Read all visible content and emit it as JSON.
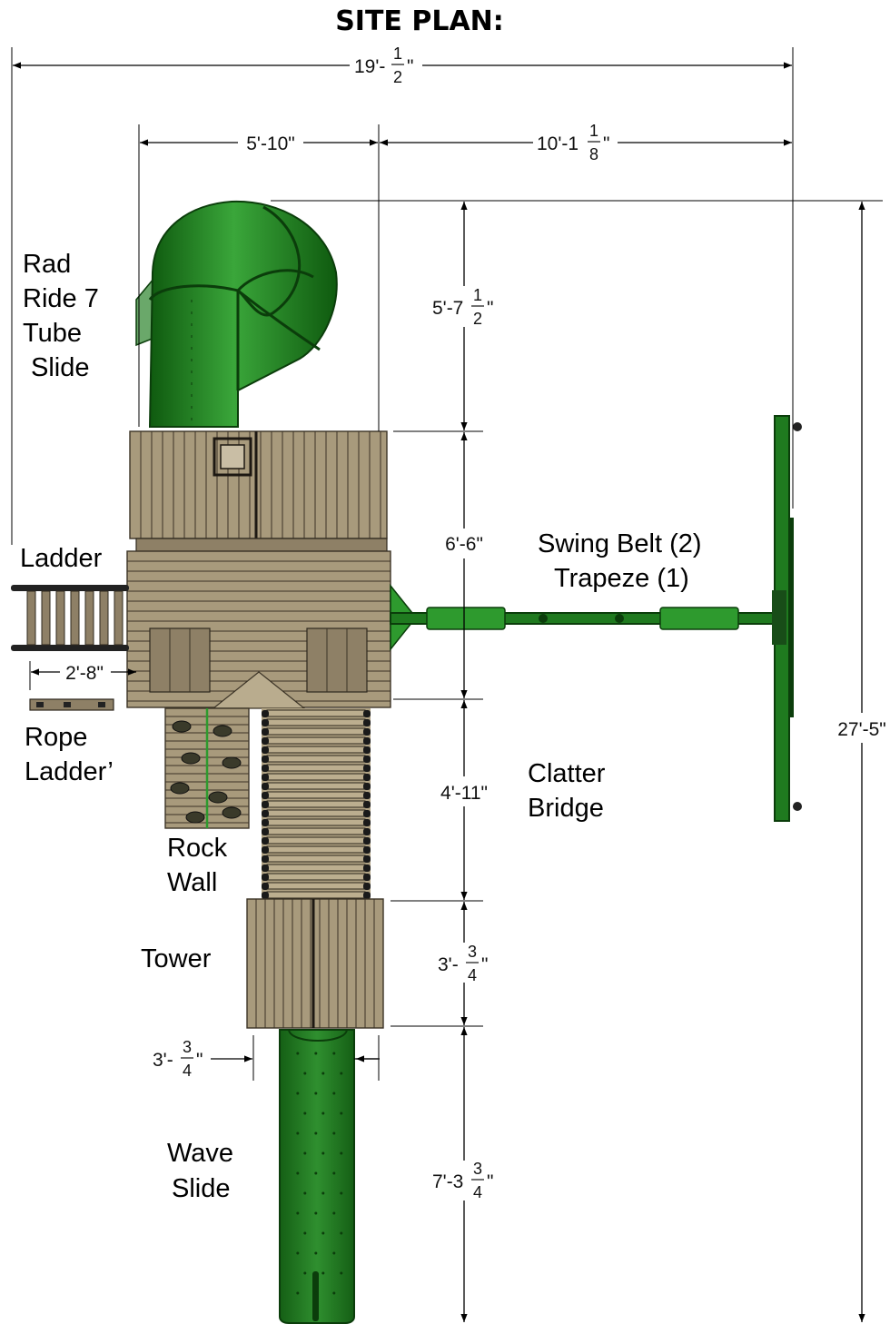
{
  "title": "SITE PLAN:",
  "labels": {
    "rad_1": "Rad",
    "rad_2": "Ride 7",
    "rad_3": "Tube",
    "rad_4": "Slide",
    "ladder": "Ladder",
    "rope_1": "Rope",
    "rope_2": "Ladder’",
    "rock_1": "Rock",
    "rock_2": "Wall",
    "tower": "Tower",
    "wave_1": "Wave",
    "wave_2": "Slide",
    "swing_1": "Swing Belt (2)",
    "swing_2": "Trapeze (1)",
    "clatter_1": "Clatter",
    "clatter_2": "Bridge"
  },
  "dimensions": {
    "overall_width": {
      "prefix": "19'-",
      "num": "1",
      "den": "2",
      "suffix": "\""
    },
    "top_left_width": "5'-10\"",
    "top_right_width": {
      "prefix": "10'-1",
      "num": "1",
      "den": "8",
      "suffix": "\""
    },
    "tube_depth": {
      "prefix": "5'-7",
      "num": "1",
      "den": "2",
      "suffix": "\""
    },
    "deck_depth": "6'-6\"",
    "bridge_length": "4'-11\"",
    "tower_depth": {
      "prefix": "3'-",
      "num": "3",
      "den": "4",
      "suffix": "\""
    },
    "tower_width": {
      "prefix": "3'-",
      "num": "3",
      "den": "4",
      "suffix": "\""
    },
    "slide_length": {
      "prefix": "7'-3",
      "num": "3",
      "den": "4",
      "suffix": "\""
    },
    "overall_depth": "27'-5\"",
    "ladder_width": "2'-8\""
  },
  "colors": {
    "slide_green": "#1f7a1f",
    "wood": "#a89a7c"
  }
}
